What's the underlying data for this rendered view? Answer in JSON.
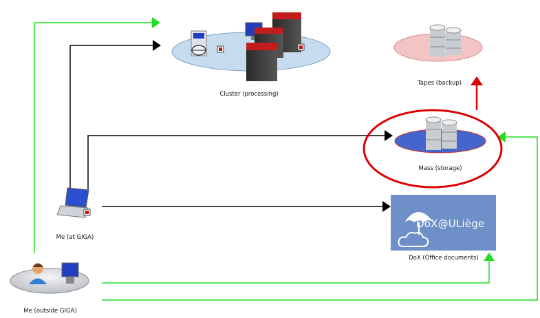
{
  "labels": {
    "cluster": "Cluster (processing)",
    "tapes": "Tapes (backup)",
    "mass": "Mass (storage)",
    "dox": "DoX (Office documents)",
    "me_giga": "Me (at GIGA)",
    "me_outside": "Me (outside GIGA)"
  },
  "dox_logo_text": "DoX@ULiège",
  "colors": {
    "green_link": "#22dd22",
    "black_link": "#000000",
    "highlight_red": "#dd0000",
    "dox_blue": "#6f8fc9"
  }
}
